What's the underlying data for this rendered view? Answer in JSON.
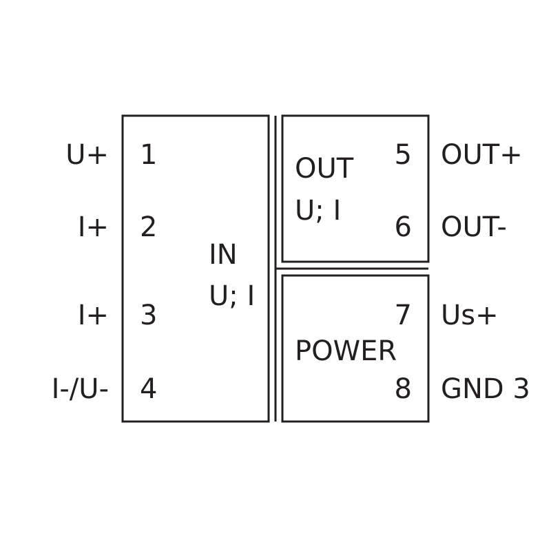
{
  "left_signals": [
    "U+",
    "I+",
    "I+",
    "I-/U-"
  ],
  "left_pins": [
    "1",
    "2",
    "3",
    "4"
  ],
  "in_block": {
    "line1": "IN",
    "line2": "U; I"
  },
  "out_block": {
    "line1": "OUT",
    "line2": "U; I",
    "pins": [
      "5",
      "6"
    ]
  },
  "power_block": {
    "label": "POWER",
    "pins": [
      "7",
      "8"
    ]
  },
  "right_signals": [
    "OUT+",
    "OUT-",
    "Us+",
    "GND 3"
  ],
  "line_color": "#231f20"
}
